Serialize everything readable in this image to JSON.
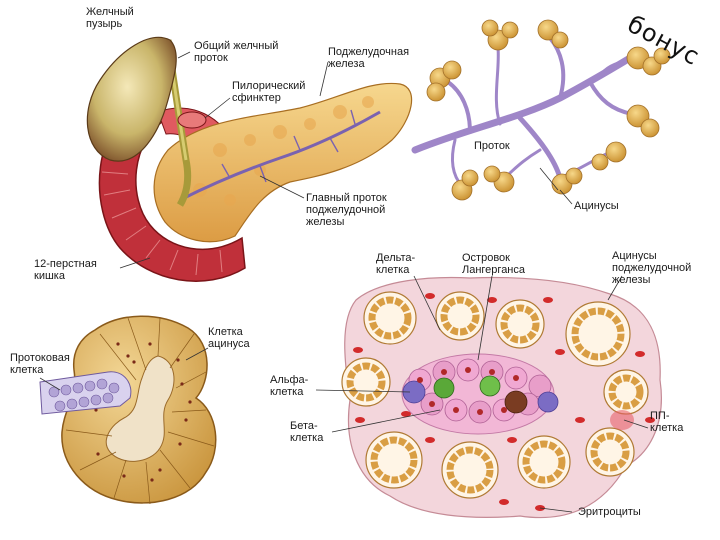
{
  "corner_text": "бонус",
  "colors": {
    "gallbladder": "#8a8a2a",
    "duodenum": "#b8282e",
    "pancreas": "#e8b860",
    "duct": "#8a6cc0",
    "acinus": "#e0b040",
    "islet": "#e890c0",
    "erythrocyte": "#d02828"
  },
  "labels": {
    "gallbladder": "Желчный\nпузырь",
    "common_bile_duct": "Общий желчный\nпроток",
    "pancreas": "Поджелудочная\nжелеза",
    "pyloric_sphincter": "Пилорический\nсфинктер",
    "main_duct": "Главный проток\nподжелудочной\nжелезы",
    "duodenum": "12-перстная\nкишка",
    "duct": "Проток",
    "acini": "Ацинусы",
    "delta_cell": "Дельта-\nклетка",
    "islet": "Островок\nЛангерганса",
    "pancreatic_acini": "Ацинусы\nподжелудочной\nжелезы",
    "acinus_cell": "Клетка\nацинуса",
    "ductal_cell": "Протоковая\nклетка",
    "alpha_cell": "Альфа-\nклетка",
    "beta_cell": "Бета-\nклетка",
    "pp_cell": "ПП-\nклетка",
    "erythrocytes": "Эритроциты"
  }
}
